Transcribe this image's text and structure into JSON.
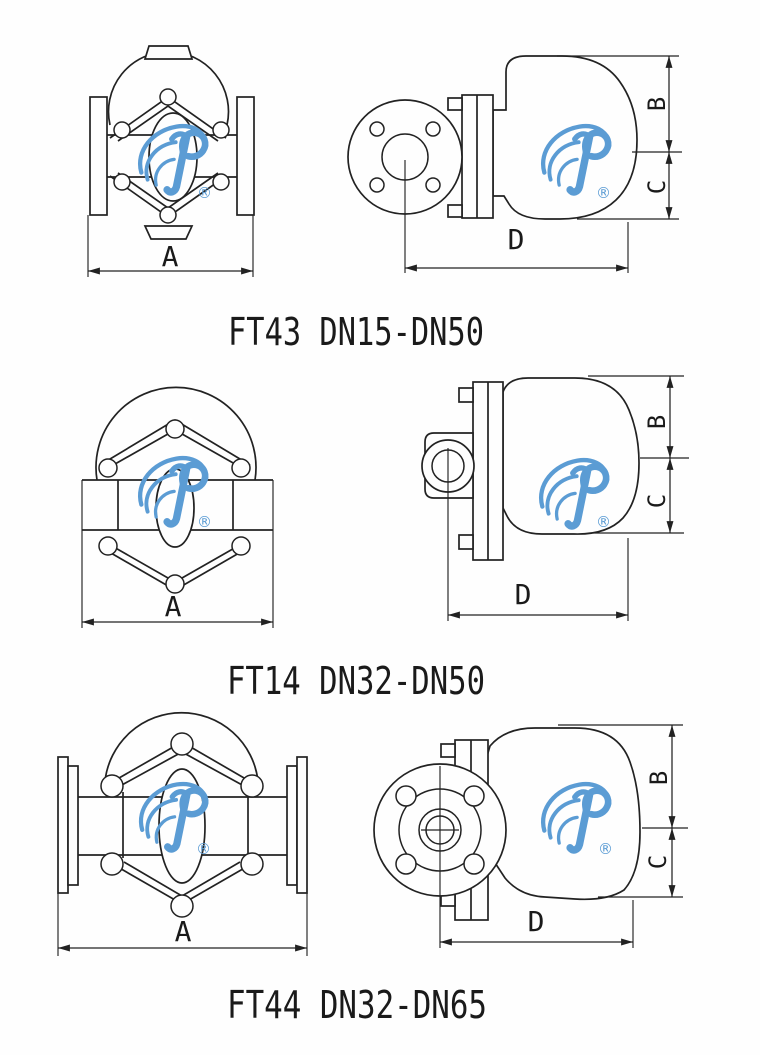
{
  "colors": {
    "line": "#222222",
    "logo_blue": "#5b9cd4",
    "text": "#1a1a1a",
    "background": "#fefefe"
  },
  "figures": [
    {
      "caption": "FT43 DN15-DN50",
      "dims": {
        "a": "A",
        "b": "B",
        "c": "C",
        "d": "D"
      },
      "registered": "®"
    },
    {
      "caption": "FT14 DN32-DN50",
      "dims": {
        "a": "A",
        "b": "B",
        "c": "C",
        "d": "D"
      },
      "registered": "®"
    },
    {
      "caption": "FT44 DN32-DN65",
      "dims": {
        "a": "A",
        "b": "B",
        "c": "C",
        "d": "D"
      },
      "registered": "®"
    }
  ]
}
